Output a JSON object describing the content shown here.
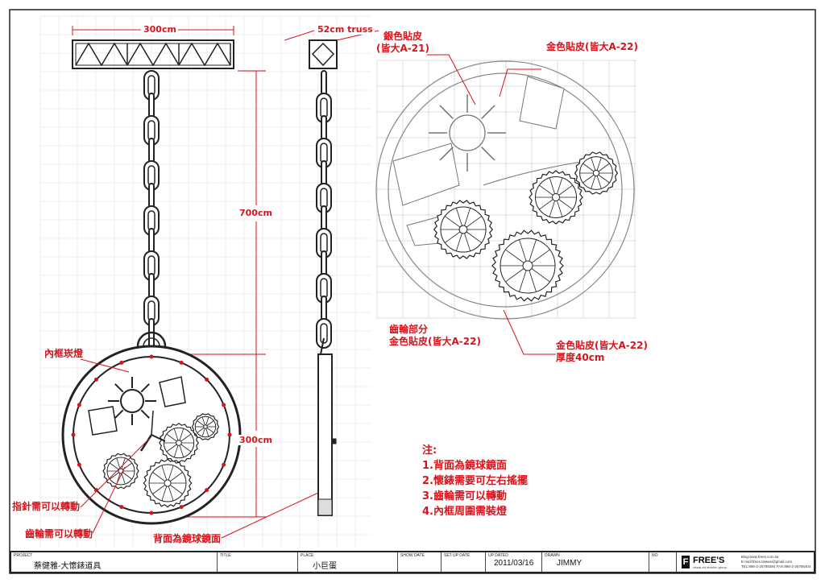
{
  "dimensions": {
    "truss_width": "300cm",
    "truss_size": "52cm truss",
    "chain_length": "700cm",
    "clock_height": "300cm"
  },
  "callouts": {
    "silver_skin": [
      "銀色貼皮",
      "(皆大A-21)"
    ],
    "gold_skin": "金色貼皮(皆大A-22)",
    "gears_part": [
      "齒輪部分",
      "金色貼皮(皆大A-22)"
    ],
    "gold_skin_thickness": [
      "金色貼皮(皆大A-22)",
      "厚度40cm"
    ],
    "inner_frame_light": "內框崁燈",
    "hands_rotate": "指針需可以轉動",
    "gears_rotate": "齒輪需可以轉動",
    "back_mirror": "背面為鏡球鏡面"
  },
  "notes": {
    "title": "注:",
    "items": [
      "1.背面為鏡球鏡面",
      "2.懷錶需要可左右搖擺",
      "3.齒輪需可以轉動",
      "4.內框周圍需裝燈"
    ]
  },
  "title_block": {
    "project_cap": "PROJECT",
    "project": "蔡健雅-大懷錶道具",
    "title_cap": "TITLE",
    "title": "",
    "place_cap": "PLACE",
    "place": "小巨蛋",
    "show_date_cap": "SHOW DATE",
    "setup_date_cap": "SET UP DATE",
    "updated_cap": "UP DATED",
    "updated": "2011/03/16",
    "drawn_cap": "DRAWN",
    "drawn": "JIMMY",
    "no_cap": "NO",
    "logo_name": "FREE'S",
    "logo_sub": "visual art division group",
    "contact": [
      "Blog:www.frees.com.tw",
      "E-mail:frees.taiwan@gmail.com",
      "TEL:886-2-25789394   FAX:886-2-25785404"
    ]
  },
  "colors": {
    "annotation": "#d8131b",
    "line": "#222222",
    "grid": "#dddddd"
  }
}
